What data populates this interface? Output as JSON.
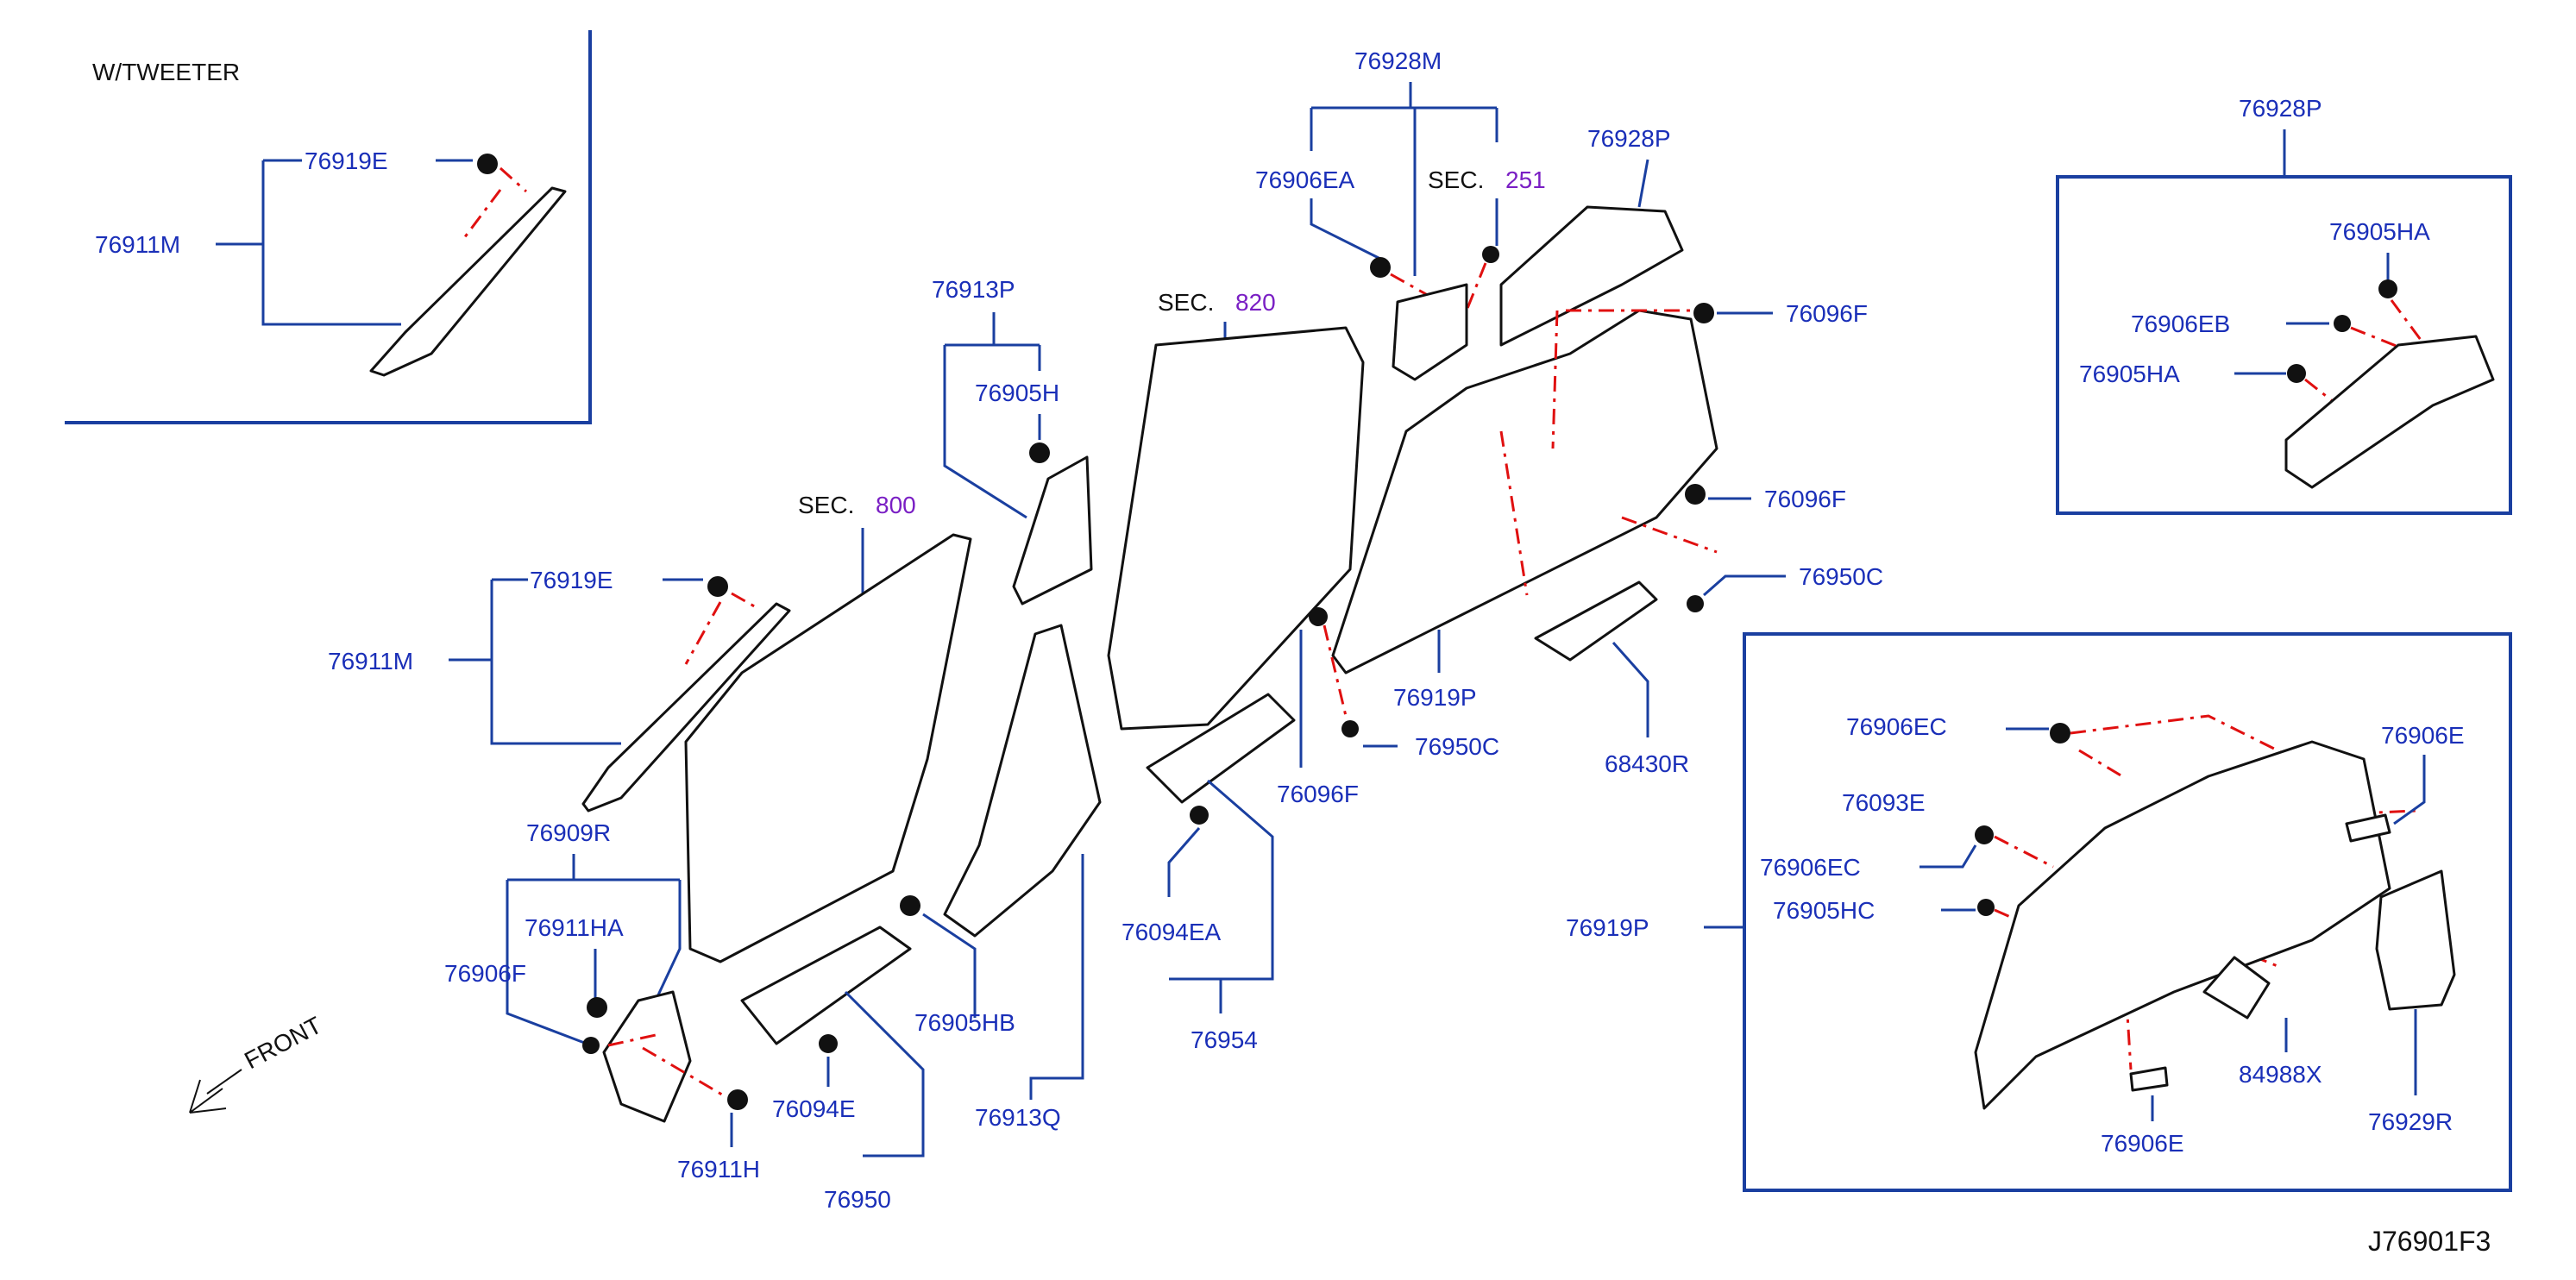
{
  "diagram": {
    "drawing_id": "J76901F3",
    "inset_caption": "W/TWEETER",
    "front_label": "FRONT",
    "sec_prefix": "SEC.",
    "sec_refs": {
      "s800": "800",
      "s820": "820",
      "s251": "251"
    },
    "parts": {
      "p76919E_a": "76919E",
      "p76911M_a": "76911M",
      "p76919E_b": "76919E",
      "p76911M_b": "76911M",
      "p76909R": "76909R",
      "p76911HA": "76911HA",
      "p76906F": "76906F",
      "p76911H": "76911H",
      "p76913P": "76913P",
      "p76905H": "76905H",
      "p76905HB": "76905HB",
      "p76913Q": "76913Q",
      "p76094E": "76094E",
      "p76950": "76950",
      "p76094EA": "76094EA",
      "p76954": "76954",
      "p76928M": "76928M",
      "p76906EA": "76906EA",
      "p76928P_a": "76928P",
      "p76096F_a": "76096F",
      "p76096F_b": "76096F",
      "p76950C_a": "76950C",
      "p76919P_a": "76919P",
      "p76950C_b": "76950C",
      "p76096F_c": "76096F",
      "p68430R": "68430R",
      "p76928P_b": "76928P",
      "p76905HA_a": "76905HA",
      "p76906EB": "76906EB",
      "p76905HA_b": "76905HA",
      "p76906EC_a": "76906EC",
      "p76093E": "76093E",
      "p76906EC_b": "76906EC",
      "p76905HC": "76905HC",
      "p76919P_b": "76919P",
      "p76906E_a": "76906E",
      "p84988X": "84988X",
      "p76929R": "76929R",
      "p76906E_b": "76906E"
    }
  }
}
